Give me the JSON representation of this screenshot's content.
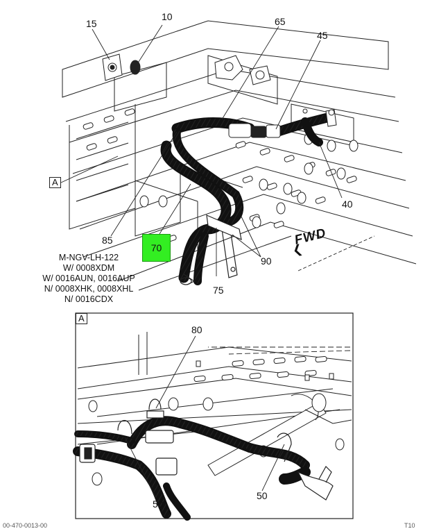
{
  "main_view": {
    "callouts": {
      "c15": "15",
      "c10": "10",
      "c65": "65",
      "c45": "45",
      "c40": "40",
      "c85": "85",
      "c70": "70",
      "c75": "75",
      "c90": "90"
    },
    "view_ref": "A",
    "forward_label": "FWD",
    "highlight_color": "#33ee22"
  },
  "note_lines": [
    "M-NGV-LH-122",
    "W/ 0008XDM",
    "W/ 0016AUN, 0016AUP",
    "N/ 0008XHK, 0008XHL",
    "N/ 0016CDX"
  ],
  "detail_view": {
    "label": "A",
    "callouts": {
      "c80": "80",
      "c50_left": "50",
      "c50_right": "50"
    }
  },
  "footer": {
    "doc_id": "00-470-0013-00",
    "page_id": "T10"
  }
}
